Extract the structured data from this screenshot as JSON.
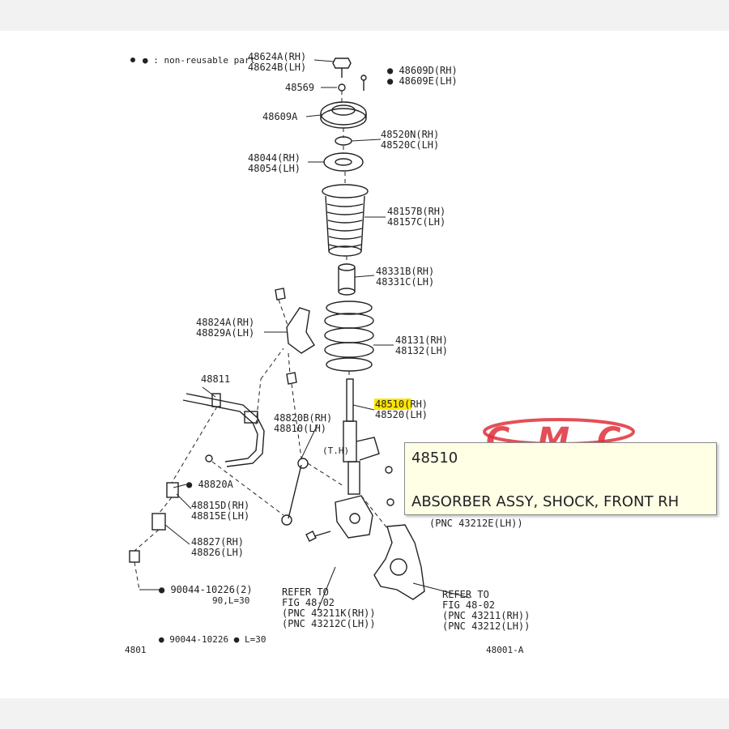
{
  "legend": {
    "text": "● : non-reusable part"
  },
  "parts": [
    {
      "id": "p48624A",
      "text": "48624A(RH)"
    },
    {
      "id": "p48624B",
      "text": "48624B(LH)"
    },
    {
      "id": "p48609D",
      "text": "● 48609D(RH)"
    },
    {
      "id": "p48609E",
      "text": "● 48609E(LH)"
    },
    {
      "id": "p48569",
      "text": "48569"
    },
    {
      "id": "p48609A",
      "text": "48609A"
    },
    {
      "id": "p48520N",
      "text": "48520N(RH)"
    },
    {
      "id": "p48520C",
      "text": "48520C(LH)"
    },
    {
      "id": "p48044",
      "text": "48044(RH)"
    },
    {
      "id": "p48054",
      "text": "48054(LH)"
    },
    {
      "id": "p48157B",
      "text": "48157B(RH)"
    },
    {
      "id": "p48157C",
      "text": "48157C(LH)"
    },
    {
      "id": "p48331B",
      "text": "48331B(RH)"
    },
    {
      "id": "p48331C",
      "text": "48331C(LH)"
    },
    {
      "id": "p48824A",
      "text": "48824A(RH)"
    },
    {
      "id": "p48829A",
      "text": "48829A(LH)"
    },
    {
      "id": "p48131",
      "text": "48131(RH)"
    },
    {
      "id": "p48132",
      "text": "48132(LH)"
    },
    {
      "id": "p48811",
      "text": "48811"
    },
    {
      "id": "p48510",
      "text": "48510(RH)"
    },
    {
      "id": "p48520",
      "text": "48520(LH)"
    },
    {
      "id": "p48820B",
      "text": "48820B(RH)"
    },
    {
      "id": "p48810",
      "text": "48810(LH)"
    },
    {
      "id": "p48820A",
      "text": "● 48820A"
    },
    {
      "id": "p48815D",
      "text": "48815D(RH)"
    },
    {
      "id": "p48815E",
      "text": "48815E(LH)"
    },
    {
      "id": "p48827",
      "text": "48827(RH)"
    },
    {
      "id": "p48826",
      "text": "48826(LH)"
    },
    {
      "id": "p90044a",
      "text": "● 90044-10226(2)"
    },
    {
      "id": "p90044b",
      "text": "90,L=30"
    },
    {
      "id": "pref1a",
      "text": "REFER TO"
    },
    {
      "id": "pref1b",
      "text": "FIG 48-02"
    },
    {
      "id": "pref1c",
      "text": "(PNC 43211K(RH))"
    },
    {
      "id": "pref1d",
      "text": "(PNC 43212C(LH))"
    },
    {
      "id": "pref2a",
      "text": "REFER TO"
    },
    {
      "id": "pref2b",
      "text": "FIG 48-02"
    },
    {
      "id": "pref2c",
      "text": "(PNC 43211(RH))"
    },
    {
      "id": "pref2d",
      "text": "(PNC 43212(LH))"
    },
    {
      "id": "pbehind",
      "text": "(PNC 43212E(LH))"
    },
    {
      "id": "pbottom",
      "text": "● 90044-10226 ● L=30"
    },
    {
      "id": "pcode1",
      "text": "4801"
    },
    {
      "id": "pcode2",
      "text": "48001-A"
    },
    {
      "id": "pTH",
      "text": "(T.H)"
    }
  ],
  "highlight": {
    "part": "48510"
  },
  "tooltip": {
    "part_number": "48510",
    "description": "ABSORBER ASSY, SHOCK, FRONT RH"
  },
  "watermark": {
    "text": "CMC",
    "color": "#e0303a"
  },
  "colors": {
    "highlight": "#ffe500",
    "tooltip_bg": "#ffffe6",
    "line": "#222222"
  }
}
